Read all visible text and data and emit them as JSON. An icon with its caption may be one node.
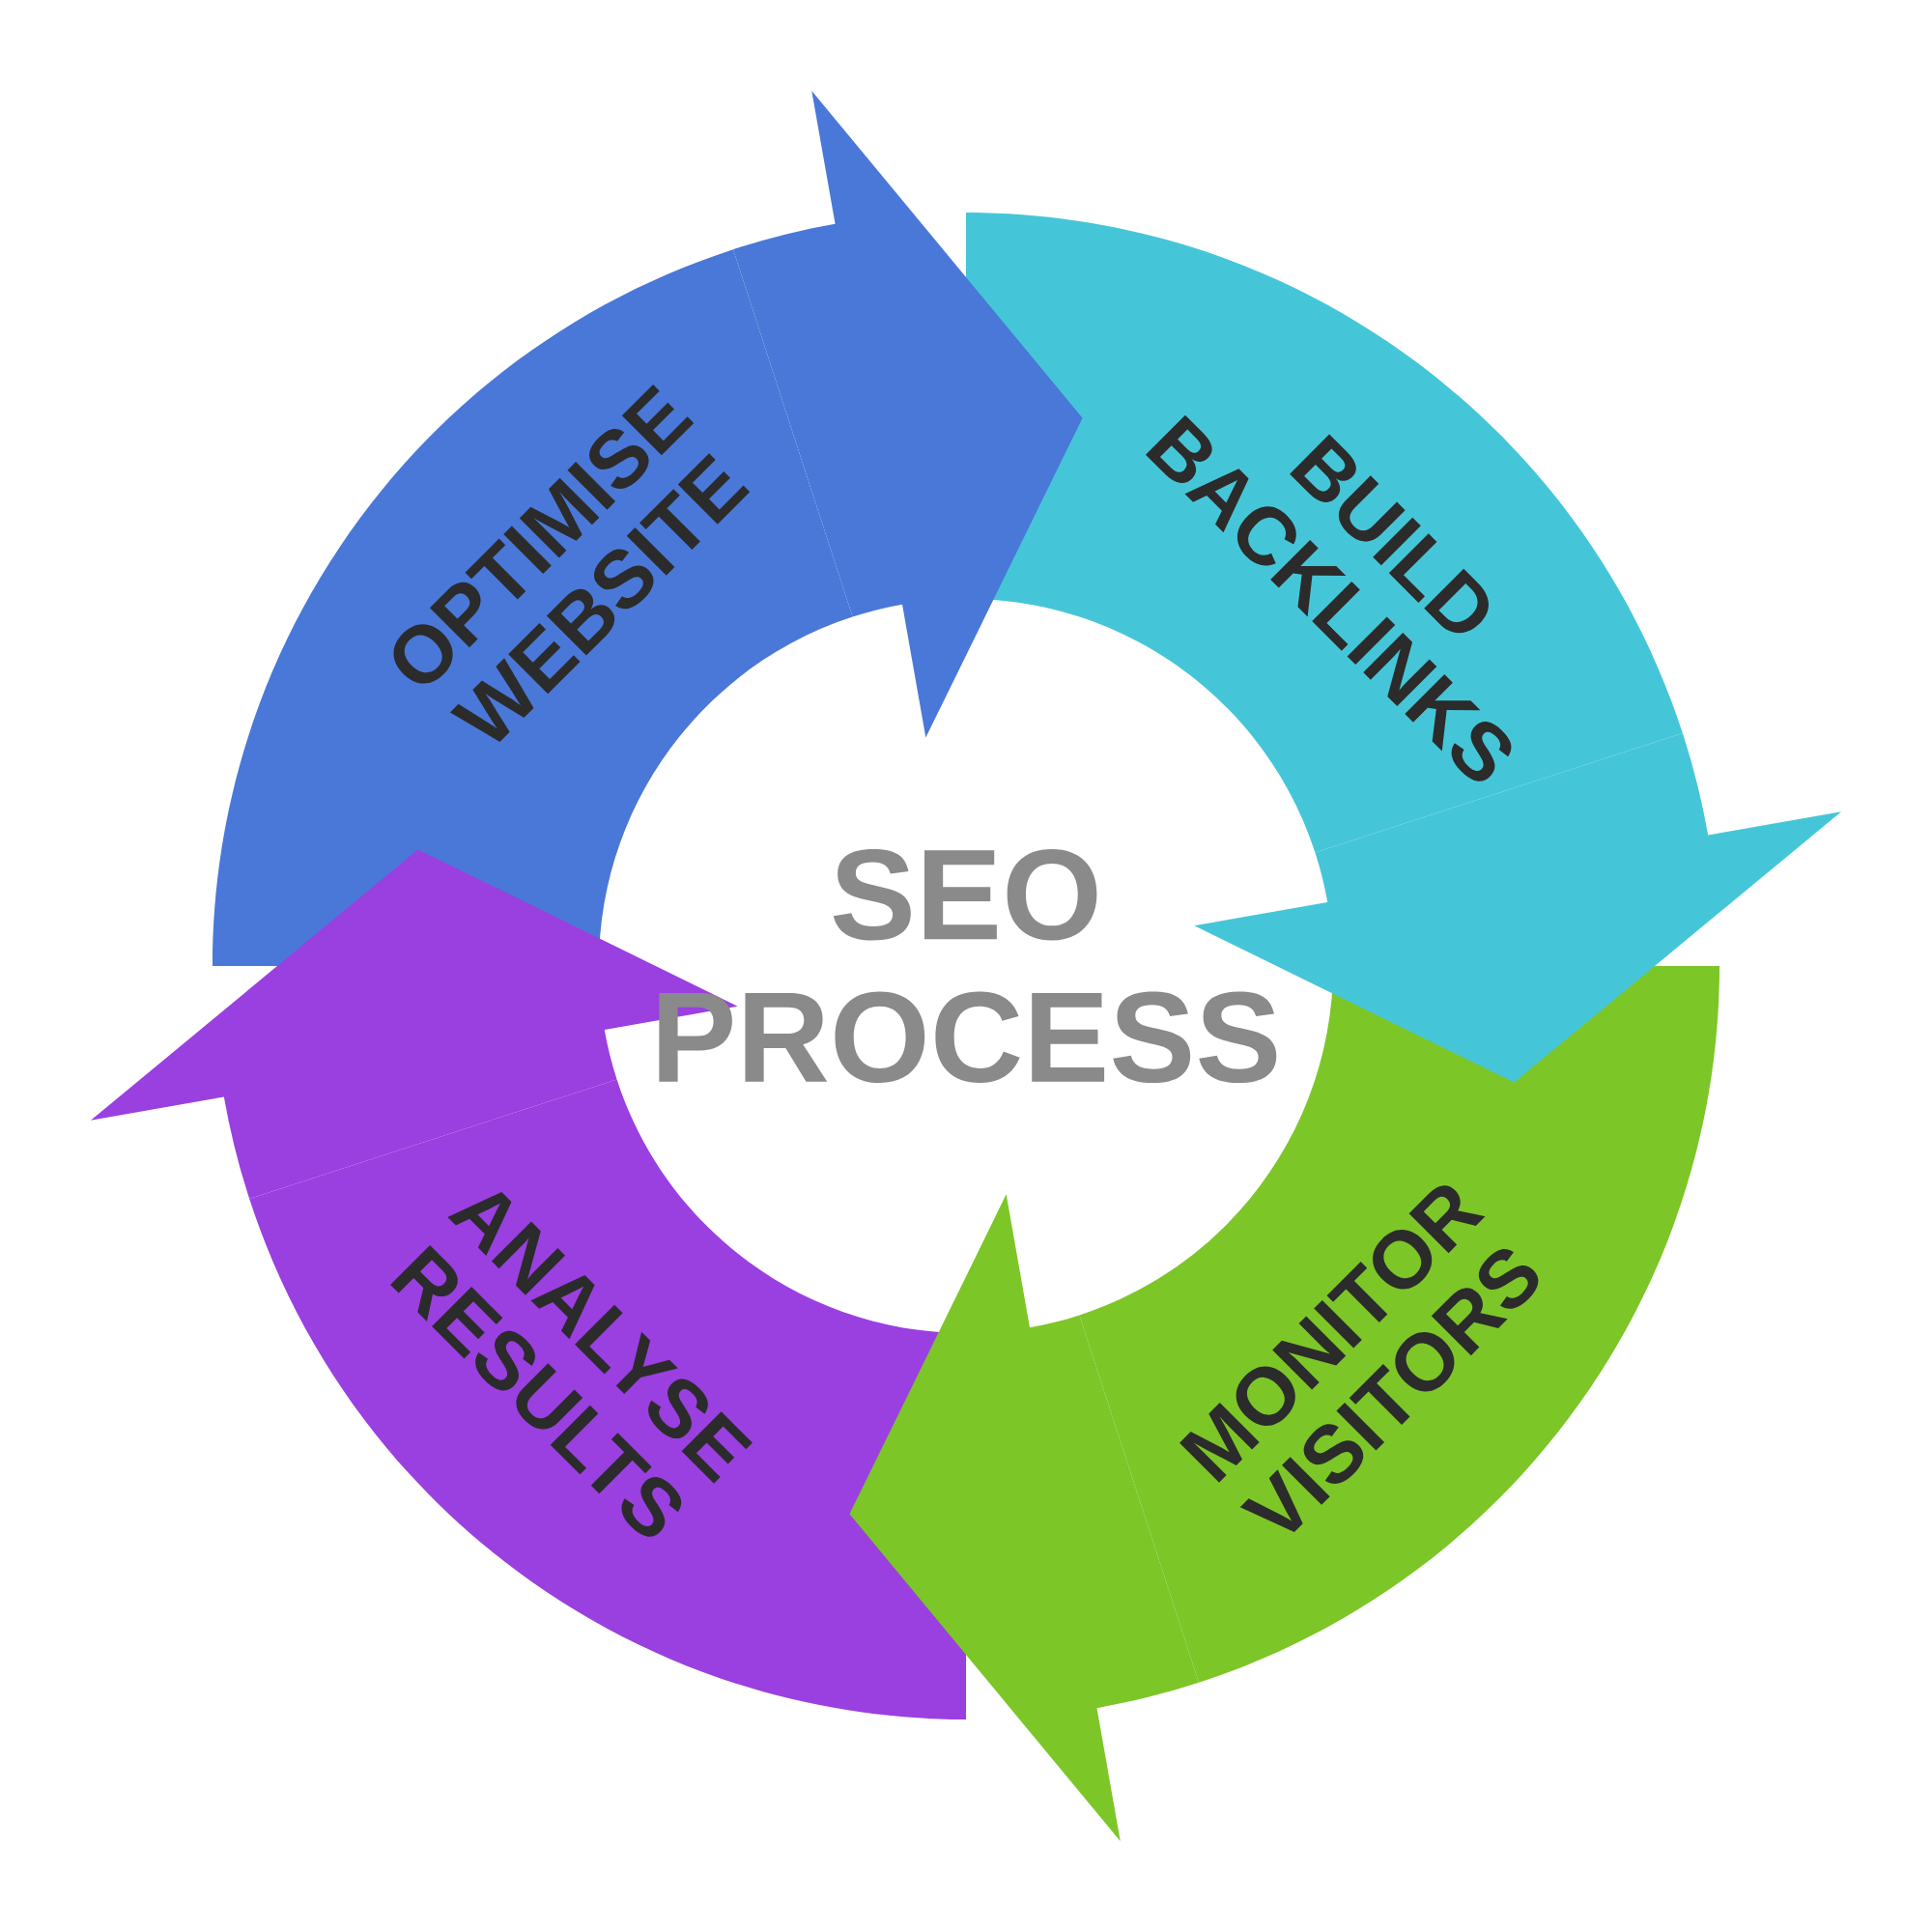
{
  "diagram": {
    "nodes": [
      {
        "text": [
          "OPTIMISE WEBSITE"
        ]
      },
      {
        "text": [
          "BUILD BACKLINKS"
        ]
      },
      {
        "text": [
          "MONITOR VISITORS"
        ]
      },
      {
        "text": [
          "ANALYSE RESULTS"
        ]
      }
    ],
    "edges": [
      {
        "from": 0,
        "to": 1,
        "arrow": "to",
        "color": "#4a78d8"
      },
      {
        "from": 1,
        "to": 2,
        "arrow": "to",
        "color": "#45c6d8"
      },
      {
        "from": 2,
        "to": 3,
        "arrow": "to",
        "color": "#7cc628"
      },
      {
        "from": 3,
        "to": 0,
        "arrow": "to",
        "color": "#9a3fe0"
      }
    ],
    "labels": [
      "SEO PROCESS"
    ]
  }
}
